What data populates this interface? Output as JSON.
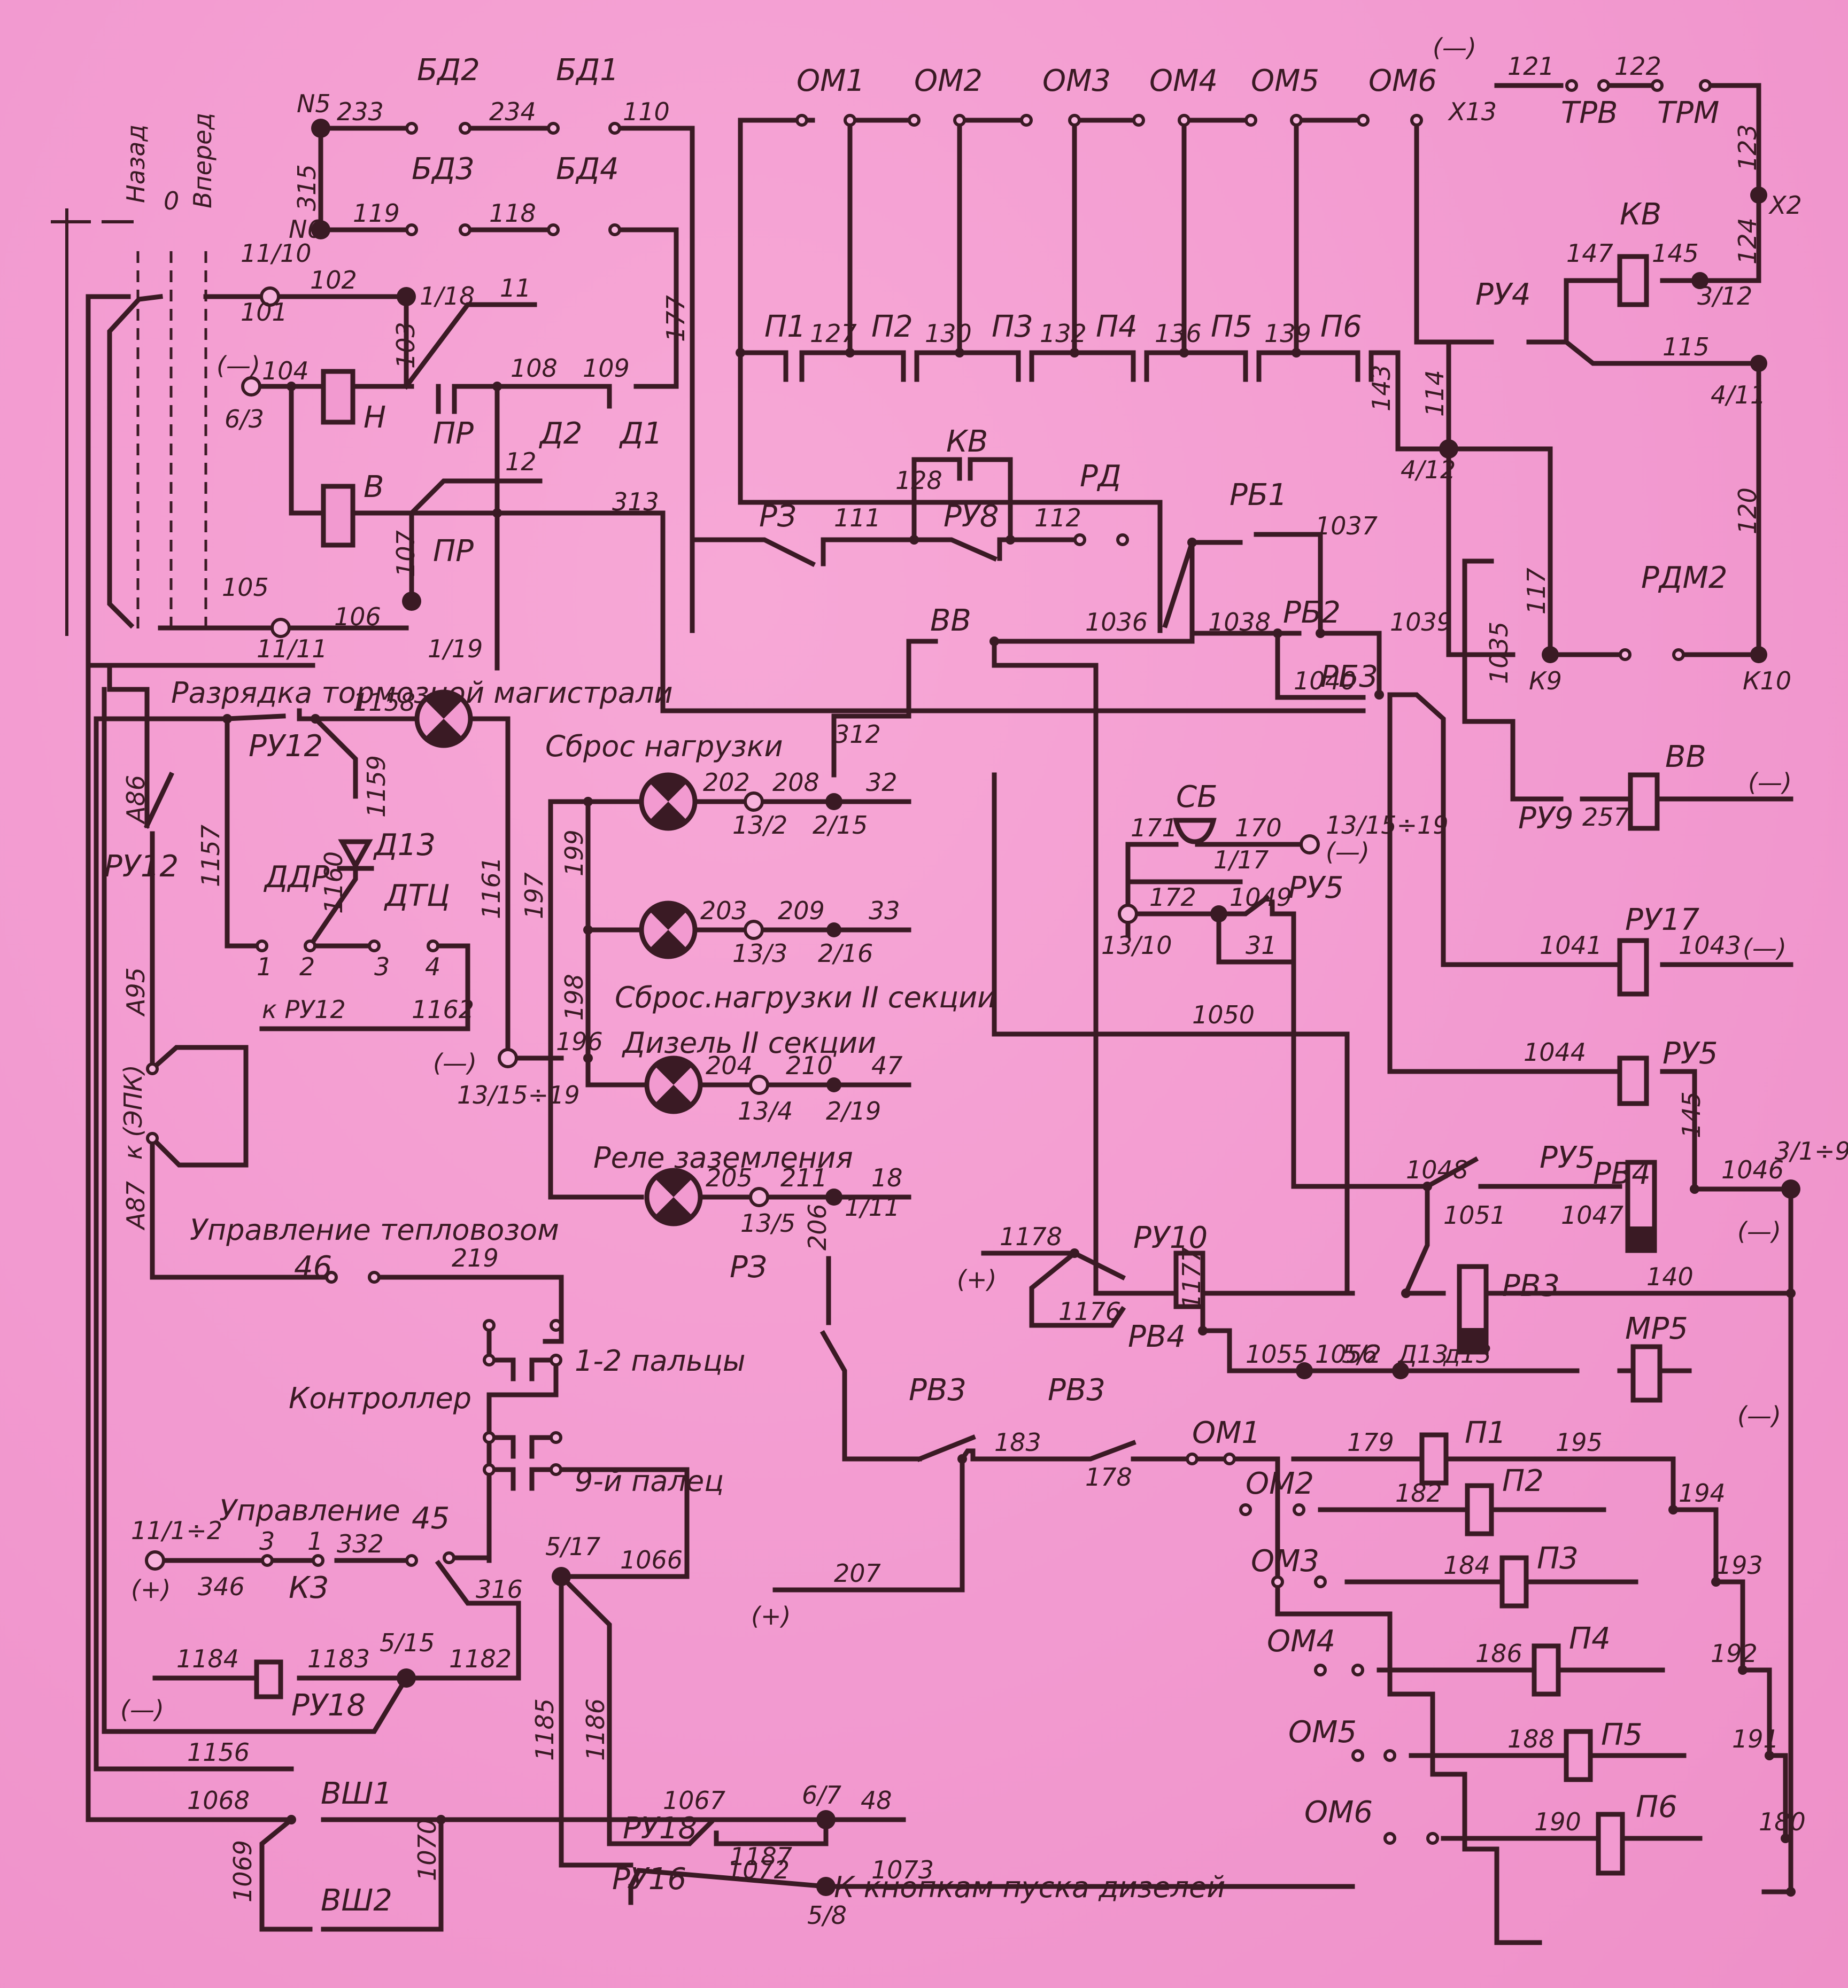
{
  "diagram": {
    "type": "electrical-schematic",
    "background_color": "#f29ad0",
    "ink_color": "#3a1a24",
    "captions": {
      "brake_discharge": "Разрядка тормозной магистрали",
      "load_shed": "Сброс нагрузки",
      "load_shed_2": "Сброс.нагрузки II секции",
      "diesel_2": "Дизель II секции",
      "ground_relay": "Реле заземления",
      "loco_control": "Управление тепловозом",
      "fingers_12": "1-2 пальцы",
      "controller": "Контроллер",
      "finger_9": "9-й палец",
      "control": "Управление",
      "to_diesel_start": "К кнопкам пуска дизелей",
      "to_epk": "к (ЭПК)",
      "to_ru12": "к РУ12"
    },
    "reverser": {
      "back": "Назад",
      "zero": "0",
      "forward": "Вперед"
    },
    "components": {
      "BD1": "БД1",
      "BD2": "БД2",
      "BD3": "БД3",
      "BD4": "БД4",
      "N5": "N5",
      "N6": "N6",
      "N": "Н",
      "V": "В",
      "PR": "ПР",
      "PR2": "ПР",
      "D1": "Д1",
      "D2": "Д2",
      "OM1": "ОМ1",
      "OM2": "ОМ2",
      "OM3": "ОМ3",
      "OM4": "ОМ4",
      "OM5": "ОМ5",
      "OM6": "ОМ6",
      "P1": "П1",
      "P2": "П2",
      "P3": "П3",
      "P4": "П4",
      "P5": "П5",
      "P6": "П6",
      "KV": "КВ",
      "KV_top": "КВ",
      "RU8": "РУ8",
      "RD": "РД",
      "RZ": "РЗ",
      "RZ2": "РЗ",
      "X13": "X13",
      "X2": "X2",
      "TRV": "ТРВ",
      "TRM": "ТРМ",
      "RU4": "РУ4",
      "RDM2": "РДМ2",
      "K9": "К9",
      "K10": "К10",
      "RB1": "РБ1",
      "RB2": "РБ2",
      "RB3": "РБ3",
      "VV": "ВВ",
      "VV_coil": "ВВ",
      "RU9": "РУ9",
      "RU17": "РУ17",
      "RU5a": "РУ5",
      "RU5b": "РУ5",
      "RU5c": "РУ5",
      "RV4": "РВ4",
      "RV4b": "РВ4",
      "RV3": "РВ3",
      "RV3a": "РВ3",
      "RV3b": "РВ3",
      "MR5": "МР5",
      "RU10": "РУ10",
      "SB": "СБ",
      "RU12a": "РУ12",
      "RU12b": "РУ12",
      "D13": "Д13",
      "DDR": "ДДР",
      "DTC": "ДТЦ",
      "K3": "К3",
      "S45": "45",
      "S46": "46",
      "RU18": "РУ18",
      "RU18b": "РУ18",
      "RU16": "РУ16",
      "VSH1": "ВШ1",
      "VSH2": "ВШ2",
      "d13": "д13",
      "D13b": "Д13"
    },
    "terminals": {
      "t11_10": "11/10",
      "t1_18": "1/18",
      "t6_3": "6/3",
      "t11_11": "11/11",
      "t1_19": "1/19",
      "t3_12": "3/12",
      "t4_11": "4/11",
      "t4_12": "4/12",
      "t13_2": "13/2",
      "t2_15": "2/15",
      "t13_3": "13/3",
      "t2_16": "2/16",
      "t13_4": "13/4",
      "t2_19": "2/19",
      "t13_5": "13/5",
      "t1_11": "1/11",
      "t13_15_19a": "13/15÷19",
      "t13_15_19b": "13/15÷19",
      "t13_10": "13/10",
      "t1_17": "1/17",
      "t3_1_9": "3/1÷9",
      "t5_2": "5/2",
      "t11_1_2": "11/1÷2",
      "t5_15": "5/15",
      "t5_17": "5/17",
      "t6_7": "6/7",
      "t5_8": "5/8",
      "pin1": "1",
      "pin2": "2",
      "pin3": "3",
      "pin4": "4",
      "k3_3": "3",
      "k3_1": "1"
    },
    "polarity": {
      "minus": "(—)",
      "plus": "(+)"
    },
    "wires": {
      "w101": "101",
      "w102": "102",
      "w103": "103",
      "w104": "104",
      "w105": "105",
      "w106": "106",
      "w107": "107",
      "w108": "108",
      "w109": "109",
      "w110": "110",
      "w11": "11",
      "w12": "12",
      "w111": "111",
      "w112": "112",
      "w114": "114",
      "w115": "115",
      "w117": "117",
      "w118": "118",
      "w119": "119",
      "w120": "120",
      "w121": "121",
      "w122": "122",
      "w123": "123",
      "w124": "124",
      "w127": "127",
      "w128": "128",
      "w130": "130",
      "w132": "132",
      "w136": "136",
      "w139": "139",
      "w140": "140",
      "w143": "143",
      "w145": "145",
      "w145b": "145",
      "w147": "147",
      "w170": "170",
      "w171": "171",
      "w172": "172",
      "w177": "177",
      "w178": "178",
      "w179": "179",
      "w180": "180",
      "w182": "182",
      "w183": "183",
      "w184": "184",
      "w186": "186",
      "w188": "188",
      "w190": "190",
      "w191": "191",
      "w192": "192",
      "w193": "193",
      "w194": "194",
      "w195": "195",
      "w196": "196",
      "w197": "197",
      "w198": "198",
      "w199": "199",
      "w202": "202",
      "w203": "203",
      "w204": "204",
      "w205": "205",
      "w206": "206",
      "w207": "207",
      "w208": "208",
      "w209": "209",
      "w210": "210",
      "w211": "211",
      "w219": "219",
      "w233": "233",
      "w234": "234",
      "w257": "257",
      "w31": "31",
      "w32": "32",
      "w33": "33",
      "w47": "47",
      "w18": "18",
      "w48": "48",
      "w312": "312",
      "w313": "313",
      "w315": "315",
      "w316": "316",
      "w332": "332",
      "w346": "346",
      "w1035": "1035",
      "w1036": "1036",
      "w1037": "1037",
      "w1038": "1038",
      "w1039": "1039",
      "w1040": "1040",
      "w1041": "1041",
      "w1043": "1043",
      "w1044": "1044",
      "w1046": "1046",
      "w1047": "1047",
      "w1048": "1048",
      "w1049": "1049",
      "w1050": "1050",
      "w1051": "1051",
      "w1055": "1055",
      "w1056": "1056",
      "w1066": "1066",
      "w1067": "1067",
      "w1068": "1068",
      "w1069": "1069",
      "w1070": "1070",
      "w1072": "1072",
      "w1073": "1073",
      "w1156": "1156",
      "w1157": "1157",
      "w1158": "1158",
      "w1159": "1159",
      "w1160": "1160",
      "w1161": "1161",
      "w1162": "1162",
      "w1176": "1176",
      "w1177": "1177",
      "w1178": "1178",
      "w1182": "1182",
      "w1183": "1183",
      "w1184": "1184",
      "w1185": "1185",
      "w1186": "1186",
      "w1187": "1187",
      "wA86": "А86",
      "wA95": "А95",
      "wA87": "А87"
    }
  }
}
